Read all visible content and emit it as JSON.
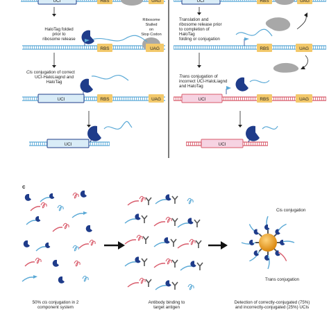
{
  "panel_c_letter": "c",
  "left": {
    "label_halotag": [
      "HaloTag folded",
      "prior to",
      "ribosome release"
    ],
    "label_ribosome": [
      "Ribosome",
      "Stalled",
      "on",
      "Stop Codon"
    ],
    "label_cis": [
      "Cis",
      " conjugation of correct",
      "UCI-HaloLiagnd and",
      "HaloTag"
    ]
  },
  "right": {
    "label_translation": [
      "Translation and",
      "ribosome release prior",
      "to completion of",
      "HaloTag",
      "folding or conjugation"
    ],
    "label_trans": [
      "Trans",
      " conjugation of",
      "incorrect UCI-HaloLiagnd",
      "and HaloTag"
    ]
  },
  "boxes": {
    "uci": "UCI",
    "rbs": "RBS",
    "uag": "UAG"
  },
  "bottom": {
    "caption_1": [
      "50% ",
      "cis",
      " conjugation in 2",
      "component system"
    ],
    "caption_2": [
      "Antibody binding to",
      "target antigen"
    ],
    "caption_3": [
      "Detection of correctly-conjugated (75%)",
      "and incorrectly-conjugated (25%) UCIs"
    ],
    "cis_conj": "Cis conjugation",
    "trans_conj": "Trans conjugation"
  },
  "colors": {
    "blue_strand": "#5aa9d6",
    "red_strand": "#d85a6a",
    "halotag": "#1f3c8a",
    "rbs_box": "#f3c96b",
    "uci_box_left": "#d9ecf7",
    "uci_box_right": "#f6d3e2",
    "ribosome": "#a8a8a8",
    "bead": "#f0a820"
  }
}
